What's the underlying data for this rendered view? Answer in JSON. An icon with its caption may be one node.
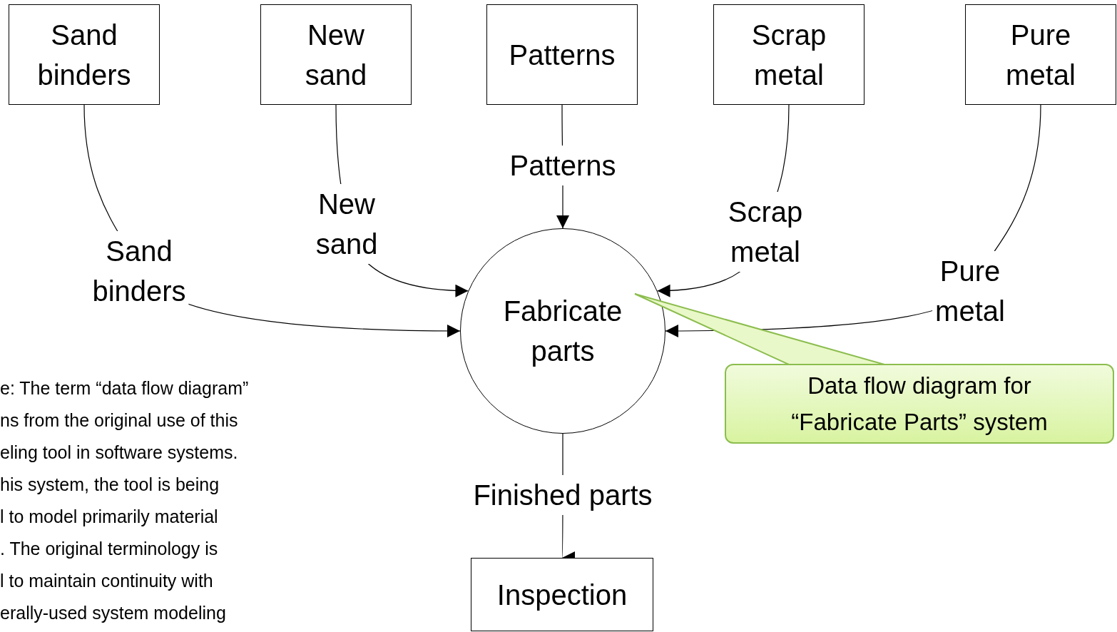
{
  "diagram": {
    "nodes": [
      {
        "text": [
          "Sand binders"
        ]
      },
      {
        "text": [
          "New sand"
        ]
      },
      {
        "text": [
          "Patterns"
        ]
      },
      {
        "text": [
          "Scrap metal"
        ]
      },
      {
        "text": [
          "Pure metal"
        ]
      },
      {
        "text": [
          "Fabricate parts"
        ]
      },
      {
        "text": [
          "Inspection"
        ]
      },
      {
        "text": [
          "Data flow diagram for “Fabricate Parts” system"
        ]
      }
    ],
    "edges": [
      {
        "from": 0,
        "to": 5,
        "arrow": "to",
        "label": "Sand binders"
      },
      {
        "from": 1,
        "to": 5,
        "arrow": "to",
        "label": "New sand"
      },
      {
        "from": 2,
        "to": 5,
        "arrow": "to",
        "label": "Patterns"
      },
      {
        "from": 3,
        "to": 5,
        "arrow": "to",
        "label": "Scrap metal"
      },
      {
        "from": 4,
        "to": 5,
        "arrow": "to",
        "label": "Pure metal"
      },
      {
        "from": 5,
        "to": 6,
        "arrow": "to",
        "label": "Finished parts"
      }
    ],
    "labels": [
      "e:  The term “data flow diagram”",
      "ns from the original use of this",
      "eling tool in software systems.",
      "his system, the tool is being",
      "l to model primarily material",
      ".  The original terminology is",
      "l to maintain continuity with",
      "erally-used system modeling"
    ]
  }
}
